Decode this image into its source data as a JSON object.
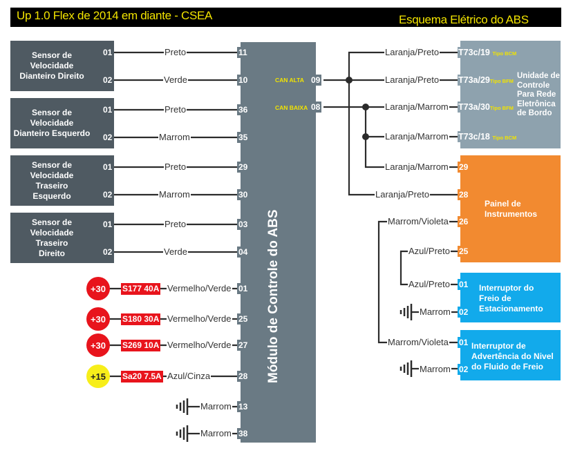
{
  "header": {
    "left_title": "Up 1.0 Flex de 2014 em diante - CSEA",
    "right_title": "Esquema Elétrico do ABS"
  },
  "module": {
    "title": "Módulo de Controle do ABS",
    "can_high_label": "CAN ALTA",
    "can_high_pin": "09",
    "can_low_label": "CAN BAIXA",
    "can_low_pin": "08"
  },
  "sensors": [
    {
      "name": "Sensor de Velocidade Dianteiro Direito",
      "lines": [
        "Sensor de",
        "Velocidade",
        "Dianteiro Direito"
      ],
      "pins": [
        {
          "pin": "01",
          "wire": "Preto",
          "module_pin": "11"
        },
        {
          "pin": "02",
          "wire": "Verde",
          "module_pin": "10"
        }
      ]
    },
    {
      "name": "Sensor de Velocidade Dianteiro Esquerdo",
      "lines": [
        "Sensor de",
        "Velocidade",
        "Dianteiro Esquerdo"
      ],
      "pins": [
        {
          "pin": "01",
          "wire": "Preto",
          "module_pin": "36"
        },
        {
          "pin": "02",
          "wire": "Marrom",
          "module_pin": "35"
        }
      ]
    },
    {
      "name": "Sensor de Velocidade Traseiro Esquerdo",
      "lines": [
        "Sensor de",
        "Velocidade",
        "Traseiro",
        "Esquerdo"
      ],
      "pins": [
        {
          "pin": "01",
          "wire": "Preto",
          "module_pin": "29"
        },
        {
          "pin": "02",
          "wire": "Marrom",
          "module_pin": "30"
        }
      ]
    },
    {
      "name": "Sensor de Velocidade Traseiro Direito",
      "lines": [
        "Sensor de",
        "Velocidade",
        "Traseiro",
        "Direito"
      ],
      "pins": [
        {
          "pin": "01",
          "wire": "Preto",
          "module_pin": "03"
        },
        {
          "pin": "02",
          "wire": "Verde",
          "module_pin": "04"
        }
      ]
    }
  ],
  "power_feeds": [
    {
      "supply": "+30",
      "supply_color": "#e8141c",
      "fuse": "S177 40A",
      "wire": "Vermelho/Verde",
      "module_pin": "01"
    },
    {
      "supply": "+30",
      "supply_color": "#e8141c",
      "fuse": "S180 30A",
      "wire": "Vermelho/Verde",
      "module_pin": "25"
    },
    {
      "supply": "+30",
      "supply_color": "#e8141c",
      "fuse": "S269 10A",
      "wire": "Vermelho/Verde",
      "module_pin": "27"
    },
    {
      "supply": "+15",
      "supply_color": "#f7ee1a",
      "fuse": "Sa20 7.5A",
      "wire": "Azul/Cinza",
      "module_pin": "28"
    }
  ],
  "grounds": [
    {
      "icon": "ground-icon",
      "wire": "Marrom",
      "module_pin": "13"
    },
    {
      "icon": "ground-icon",
      "wire": "Marrom",
      "module_pin": "38"
    }
  ],
  "bcm_unit": {
    "title_lines": [
      "Unidade de",
      "Controle",
      "Para Rede",
      "Eletrônica",
      "de Bordo"
    ],
    "pins": [
      {
        "pin": "T73c/19",
        "type": "Tipo BCM",
        "wire": "Laranja/Preto"
      },
      {
        "pin": "T73a/29",
        "type": "Tipo BFM",
        "wire": "Laranja/Preto"
      },
      {
        "pin": "T73a/30",
        "type": "Tipo BFM",
        "wire": "Laranja/Marrom"
      },
      {
        "pin": "T73c/18",
        "type": "Tipo BCM",
        "wire": "Laranja/Marrom"
      }
    ]
  },
  "instrument_panel": {
    "title_lines": [
      "Painel de",
      "Instrumentos"
    ],
    "pins": [
      {
        "pin": "29",
        "wire": "Laranja/Marrom"
      },
      {
        "pin": "28",
        "wire": "Laranja/Preto"
      },
      {
        "pin": "26",
        "wire": "Marrom/Violeta"
      },
      {
        "pin": "25",
        "wire": "Azul/Preto"
      }
    ]
  },
  "parking_brake_switch": {
    "title_lines": [
      "Interruptor do",
      "Freio de",
      "Estacionamento"
    ],
    "pins": [
      {
        "pin": "01",
        "wire": "Azul/Preto"
      },
      {
        "pin": "02",
        "wire": "Marrom",
        "icon": "ground-icon"
      }
    ]
  },
  "brake_fluid_switch": {
    "title_lines": [
      "Interruptor de",
      "Advertência do Nivel",
      "do Fluido de Freio"
    ],
    "pins": [
      {
        "pin": "01",
        "wire": "Marrom/Violeta"
      },
      {
        "pin": "02",
        "wire": "Marrom",
        "icon": "ground-icon"
      }
    ]
  },
  "colors": {
    "sensor_box": "#4f5a62",
    "module": "#6a7a84",
    "bcm": "#8ea2ae",
    "instrument_panel": "#f28a30",
    "switch": "#12aaeb",
    "header_text": "#f2e400"
  }
}
